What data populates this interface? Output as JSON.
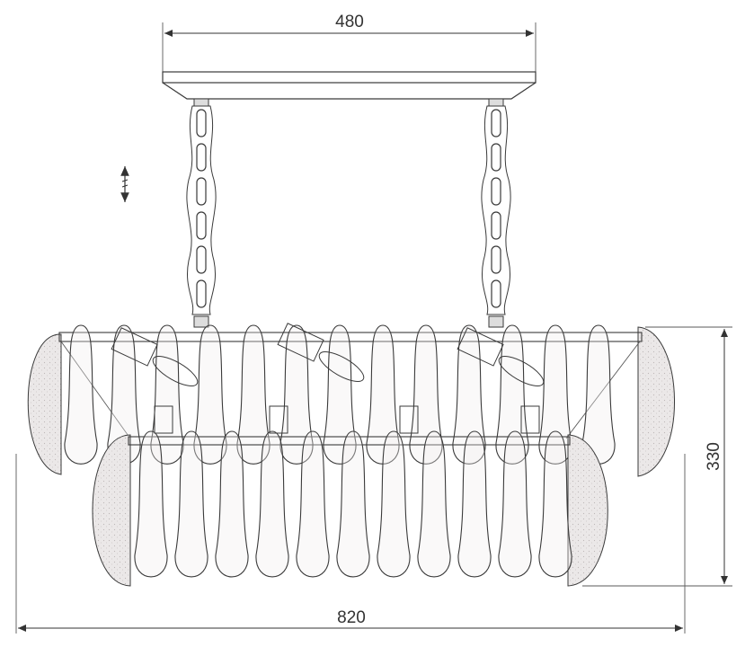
{
  "dimensions": {
    "top_width": "480",
    "bottom_width": "820",
    "height": "330"
  },
  "colors": {
    "line": "#3a3a3a",
    "glass_fill": "#e9e6e6",
    "arrow": "#333333"
  },
  "icons": {
    "adjustable_height": "double-arrow-icon"
  }
}
